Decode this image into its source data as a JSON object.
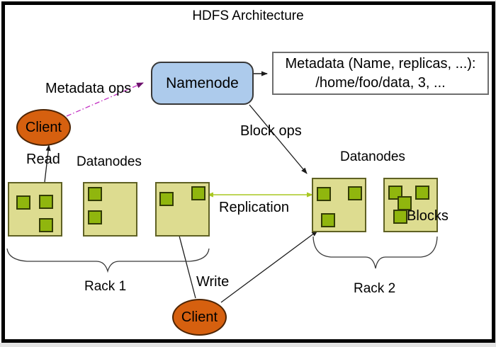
{
  "diagram": {
    "title": "HDFS Architecture",
    "type": "HDFS architecture block diagram"
  },
  "namenode": {
    "label": "Namenode",
    "fill": "#adcbec"
  },
  "metadata_box": {
    "line1": "Metadata (Name, replicas, ...):",
    "line2": "/home/foo/data, 3, ..."
  },
  "clients": {
    "read": {
      "label": "Client"
    },
    "write": {
      "label": "Client"
    },
    "fill": "#d6600f"
  },
  "labels": {
    "metadata_ops": "Metadata ops",
    "block_ops": "Block ops",
    "read": "Read",
    "write": "Write",
    "replication": "Replication",
    "datanodes_rack1": "Datanodes",
    "datanodes_rack2": "Datanodes",
    "blocks": "Blocks",
    "rack1": "Rack 1",
    "rack2": "Rack 2"
  },
  "structure": {
    "rack1": {
      "name": "Rack 1",
      "datanodes": 3,
      "blocks_per_datanode": [
        3,
        2,
        2
      ]
    },
    "rack2": {
      "name": "Rack 2",
      "datanodes": 2,
      "blocks_per_datanode": [
        3,
        4
      ]
    }
  },
  "colors": {
    "frame": "#000000",
    "namenode_fill": "#adcbec",
    "client_fill": "#d6600f",
    "datanode_fill": "#dddc90",
    "block_fill": "#90b60e",
    "replication_arrow": "#a9c822",
    "metadata_ops_arrow": "#c22ec2",
    "plain_arrow": "#1c1c1c"
  }
}
